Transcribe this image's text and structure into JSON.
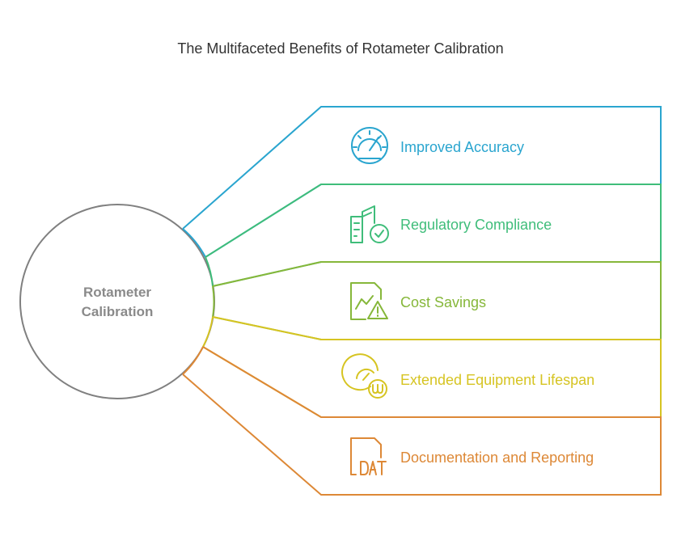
{
  "title": "The Multifaceted Benefits of Rotameter Calibration",
  "center": {
    "line1": "Rotameter",
    "line2": "Calibration"
  },
  "items": [
    {
      "label": "Improved Accuracy",
      "icon": "gauge-icon",
      "color": "#2aa5cf"
    },
    {
      "label": "Regulatory Compliance",
      "icon": "building-check-icon",
      "color": "#3fbd7a"
    },
    {
      "label": "Cost Savings",
      "icon": "document-warning-chart-icon",
      "color": "#86b73a"
    },
    {
      "label": "Extended Equipment Lifespan",
      "icon": "gauge-voltage-icon",
      "color": "#d6c422"
    },
    {
      "label": "Documentation and Reporting",
      "icon": "dat-file-icon",
      "color": "#dd8836"
    }
  ]
}
